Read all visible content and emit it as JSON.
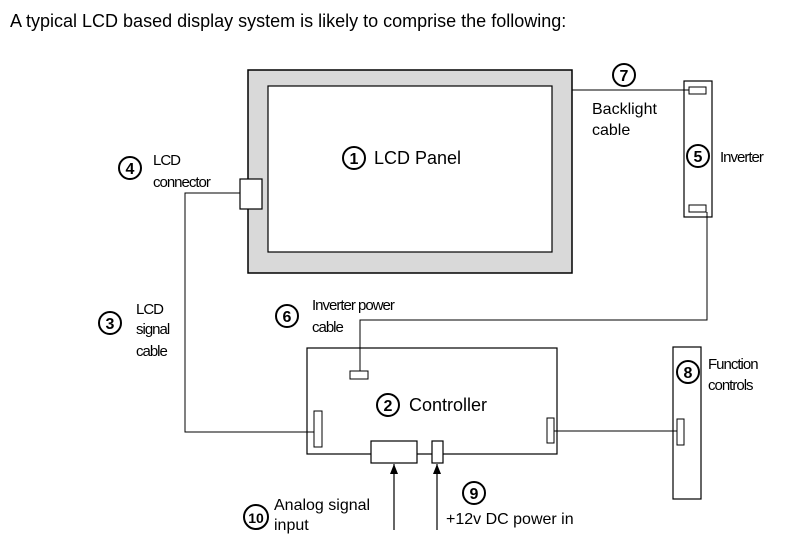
{
  "intro": "A typical LCD based display system is likely to comprise the following:",
  "components": {
    "lcd_panel": {
      "num": "1",
      "label": "LCD Panel"
    },
    "controller": {
      "num": "2",
      "label": "Controller"
    },
    "lcd_signal_cable": {
      "num": "3",
      "lines": [
        "LCD",
        "signal",
        "cable"
      ]
    },
    "lcd_connector": {
      "num": "4",
      "lines": [
        "LCD",
        "connector"
      ]
    },
    "inverter": {
      "num": "5",
      "label": "Inverter"
    },
    "inverter_power_cable": {
      "num": "6",
      "lines": [
        "Inverter power",
        "cable"
      ]
    },
    "backlight_cable": {
      "num": "7",
      "lines": [
        "Backlight",
        "cable"
      ]
    },
    "function_controls": {
      "num": "8",
      "lines": [
        "Function",
        "controls"
      ]
    },
    "dc_power_in": {
      "num": "9",
      "label": "+12v DC power in"
    },
    "analog_signal_input": {
      "num": "10",
      "lines": [
        "Analog signal",
        "input"
      ]
    }
  }
}
